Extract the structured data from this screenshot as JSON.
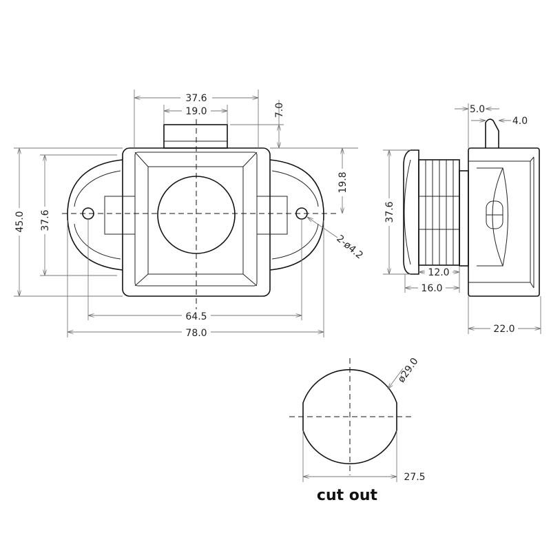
{
  "front_view": {
    "dim_width_body": "37.6",
    "dim_width_tab": "19.0",
    "dim_tab_height": "7.0",
    "dim_center_offset": "19.8",
    "dim_total_height": "45.0",
    "dim_body_height": "37.6",
    "dim_hole_spacing": "64.5",
    "dim_total_width": "78.0",
    "dim_holes": "2-ø4.2"
  },
  "side_view": {
    "dim_tab_offset": "5.0",
    "dim_tab_width": "4.0",
    "dim_flange_height": "37.6",
    "dim_thread_length": "12.0",
    "dim_front_depth": "16.0",
    "dim_body_depth": "22.0"
  },
  "cutout": {
    "dim_diameter": "ø29.0",
    "dim_flat_width": "27.5",
    "label": "cut out"
  },
  "colors": {
    "line": "#111111",
    "dimension": "#777777"
  }
}
